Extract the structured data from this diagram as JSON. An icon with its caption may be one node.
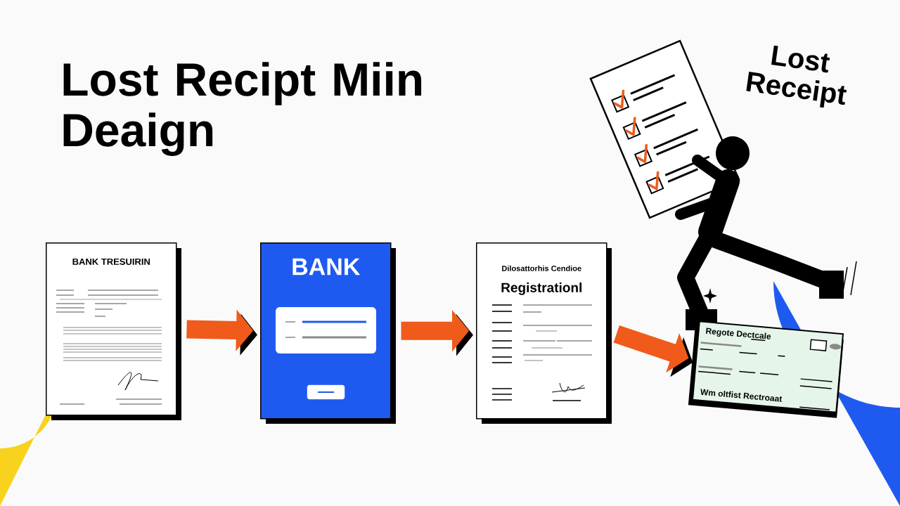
{
  "diagram": {
    "title": "Lost Recipt Miin Deaign",
    "nodes": [
      {
        "text": [
          "BANK TRESUIRIN"
        ]
      },
      {
        "text": [
          "BANK"
        ]
      },
      {
        "text": [
          "Dilosattorhis Cendioe",
          "Registrationl"
        ]
      },
      {
        "text": [
          "Regote Dectcale",
          "Wm oltfist Rectroaat"
        ]
      }
    ],
    "edges": [
      {
        "from": 0,
        "to": 1,
        "arrow": "to"
      },
      {
        "from": 1,
        "to": 2,
        "arrow": "to"
      },
      {
        "from": 2,
        "to": 3,
        "arrow": "to"
      }
    ],
    "labels": [
      "Lost Receipt"
    ]
  }
}
